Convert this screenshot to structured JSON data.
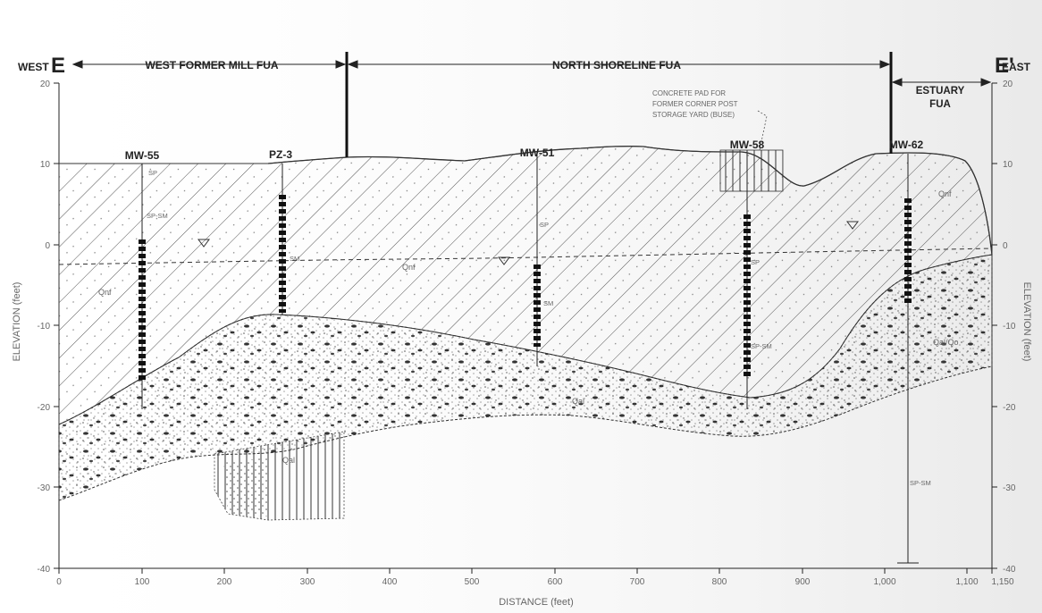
{
  "section": {
    "west_letter": "E",
    "west_word": "WEST",
    "east_letter": "E'",
    "east_word": "EAST"
  },
  "zones": [
    {
      "label": "WEST FORMER MILL FUA"
    },
    {
      "label": "NORTH SHORELINE FUA"
    },
    {
      "label": "ESTUARY FUA"
    }
  ],
  "axes": {
    "x_label": "DISTANCE (feet)",
    "left_y_label": "ELEVATION (feet)",
    "right_y_label": "ELEVATION (feet)",
    "x_ticks": [
      "0",
      "100",
      "200",
      "300",
      "400",
      "500",
      "600",
      "700",
      "800",
      "900",
      "1,000",
      "1,100",
      "1,150"
    ],
    "y_ticks": [
      "20",
      "10",
      "0",
      "-10",
      "-20",
      "-30",
      "-40"
    ]
  },
  "wells": [
    {
      "name": "MW-55"
    },
    {
      "name": "PZ-3"
    },
    {
      "name": "MW-51"
    },
    {
      "name": "MW-58"
    },
    {
      "name": "MW-62"
    }
  ],
  "note": {
    "lines": [
      "CONCRETE PAD FOR",
      "FORMER CORNER POST",
      "STORAGE YARD (BUSE)"
    ]
  },
  "units": {
    "fill": "Qnf",
    "fill_mid": "Qnf",
    "lower": "Qal",
    "lower_east": "Qal/Qo"
  },
  "samples": [
    "SP",
    "SP-SM",
    "SM",
    "SP",
    "SM",
    "SP-SM",
    "SP",
    "SP-SM"
  ],
  "colors": {
    "ink": "#222222",
    "hatch": "#555555",
    "screen": "#111111",
    "background": "#ffffff"
  }
}
